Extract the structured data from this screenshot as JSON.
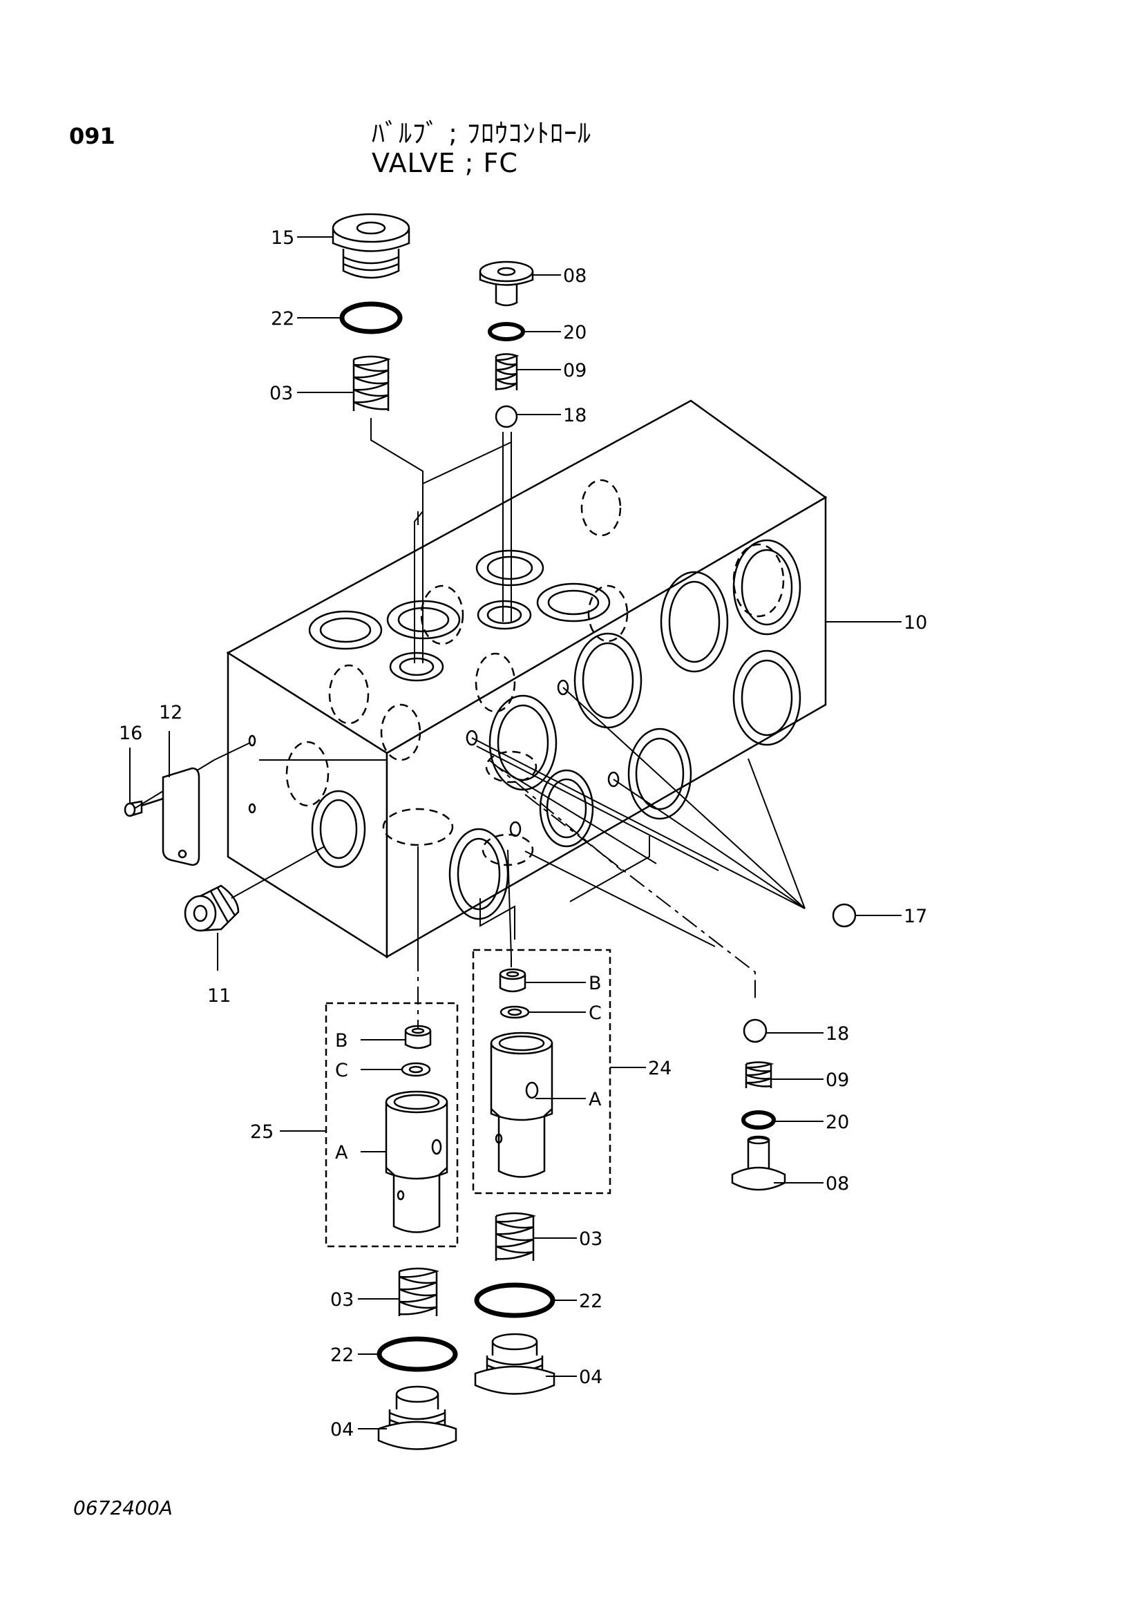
{
  "header": {
    "page_number": "091",
    "title_jp": "ﾊﾞﾙﾌﾞ ; ﾌﾛｳｺﾝﾄﾛｰﾙ",
    "title_en": "VALVE ; FC"
  },
  "footer": {
    "drawing_code": "0672400A"
  },
  "callouts": {
    "c15": "15",
    "c22a": "22",
    "c03a": "03",
    "c08a": "08",
    "c20a": "20",
    "c09a": "09",
    "c18a": "18",
    "c10": "10",
    "c12": "12",
    "c16": "16",
    "c11": "11",
    "c17": "17",
    "c18b": "18",
    "c09b": "09",
    "c20b": "20",
    "c08b": "08",
    "c24": "24",
    "c24B": "B",
    "c24C": "C",
    "c24A": "A",
    "c25": "25",
    "c25B": "B",
    "c25C": "C",
    "c25A": "A",
    "c03b": "03",
    "c22b": "22",
    "c04b": "04",
    "c03c": "03",
    "c22c": "22",
    "c04c": "04"
  }
}
